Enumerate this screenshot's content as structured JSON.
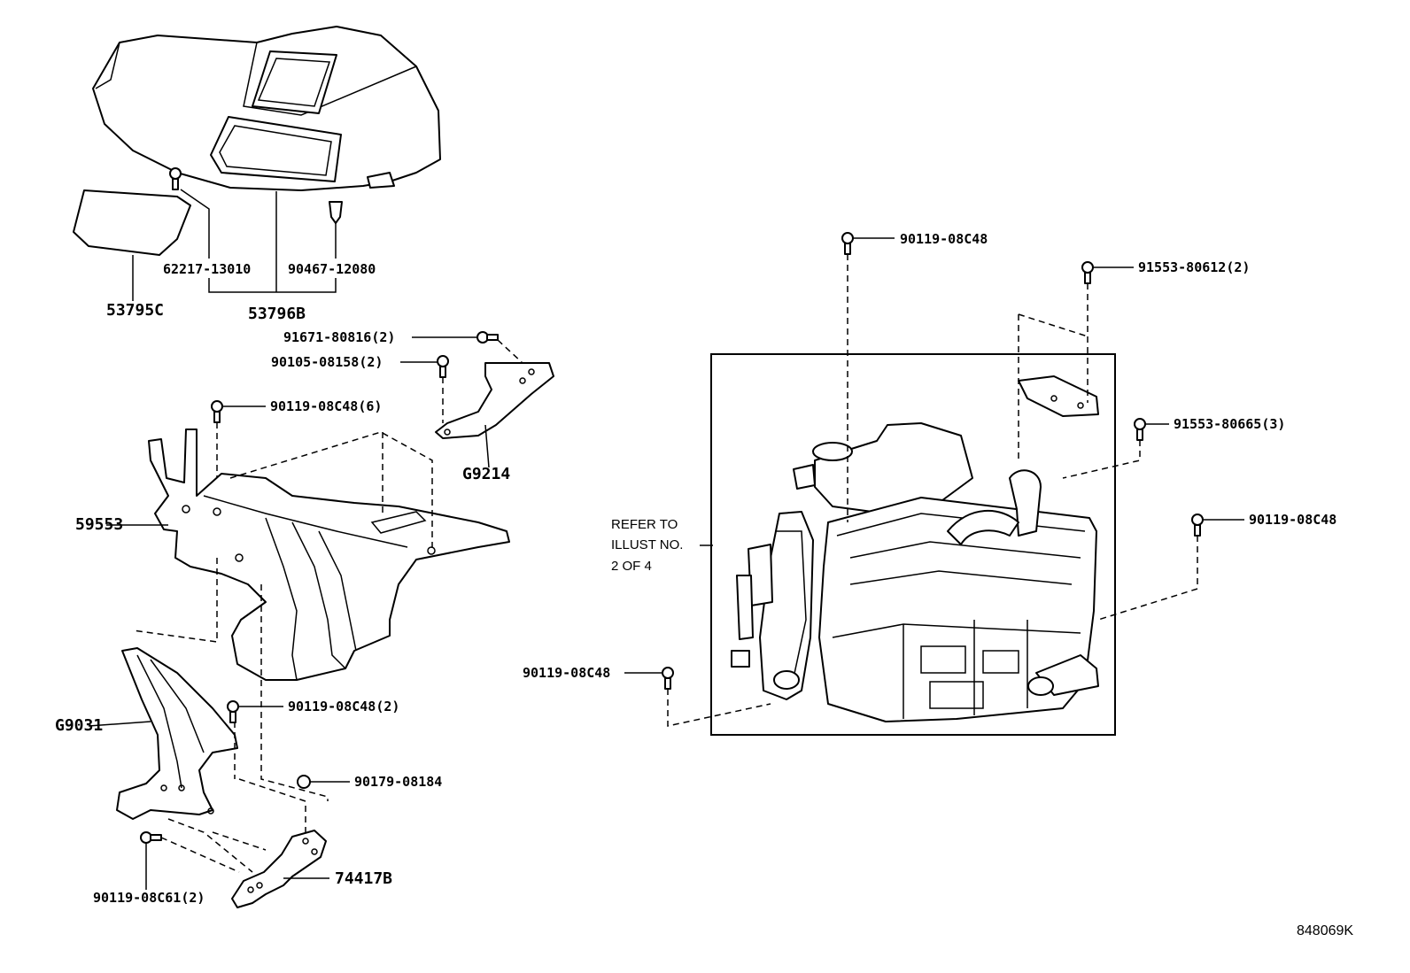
{
  "labels": {
    "p53796B": "53796B",
    "p53795C": "53795C",
    "p62217": "62217-13010",
    "p90467": "90467-12080",
    "p91671": "91671-80816(2)",
    "p90105": "90105-08158(2)",
    "p90119_6": "90119-08C48(6)",
    "pG9214": "G9214",
    "p59553": "59553",
    "pG9031": "G9031",
    "p90119_2": "90119-08C48(2)",
    "p90179": "90179-08184",
    "p74417B": "74417B",
    "p90119_61": "90119-08C61(2)",
    "p90119_top": "90119-08C48",
    "p91553_612": "91553-80612(2)",
    "p91553_665": "91553-80665(3)",
    "p90119_right": "90119-08C48",
    "p90119_left": "90119-08C48"
  },
  "note": {
    "line1": "REFER TO",
    "line2": "ILLUST NO.",
    "line3": "2 OF 4"
  },
  "illustration_code": "848069K"
}
